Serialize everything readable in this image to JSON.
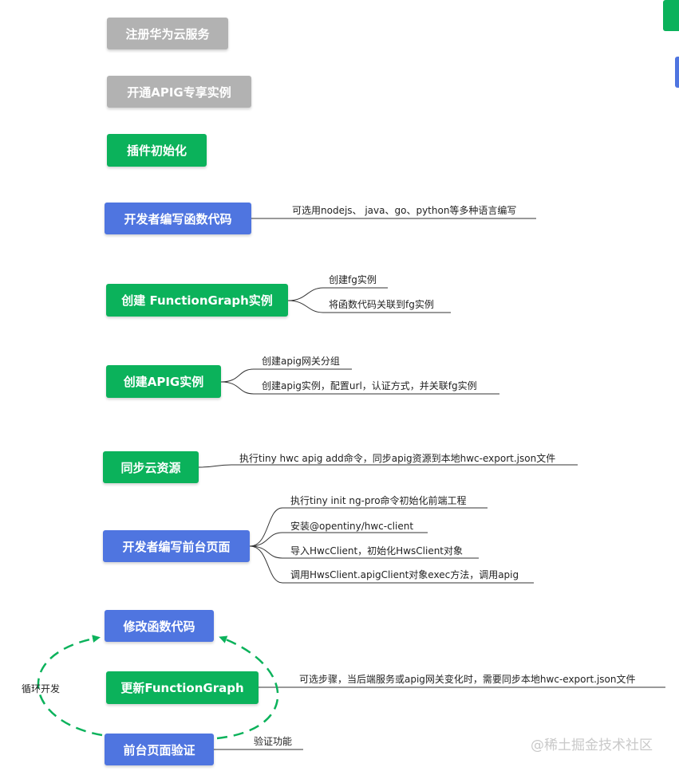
{
  "nodes": {
    "register": "注册华为云服务",
    "apig_open": "开通APIG专享实例",
    "plugin_init": "插件初始化",
    "write_func": "开发者编写函数代码",
    "create_fg": "创建 FunctionGraph实例",
    "create_apig": "创建APIG实例",
    "sync": "同步云资源",
    "write_front": "开发者编写前台页面",
    "modify_func": "修改函数代码",
    "update_fg": "更新FunctionGraph",
    "verify": "前台页面验证"
  },
  "notes": {
    "write_func_langs": "可选用nodejs、 java、go、python等多种语言编写",
    "fg_create": "创建fg实例",
    "fg_bind": "将函数代码关联到fg实例",
    "apig_group": "创建apig网关分组",
    "apig_instance": "创建apig实例，配置url，认证方式，并关联fg实例",
    "sync_cmd": "执行tiny hwc apig add命令，同步apig资源到本地hwc-export.json文件",
    "front_init": "执行tiny init ng-pro命令初始化前端工程",
    "front_install": "安装@opentiny/hwc-client",
    "front_import": "导入HwcClient，初始化HwsClient对象",
    "front_call": "调用HwsClient.apigClient对象exec方法，调用apig",
    "update_optional": "可选步骤，当后端服务或apig网关变化时，需要同步本地hwc-export.json文件",
    "verify_func": "验证功能"
  },
  "loop_label": "循环开发",
  "watermark": "@稀土掘金技术社区",
  "colors": {
    "gray": "#b2b2b2",
    "green": "#0bb25b",
    "blue": "#4f75e0",
    "loop": "#0bb25b",
    "line": "#333333"
  }
}
